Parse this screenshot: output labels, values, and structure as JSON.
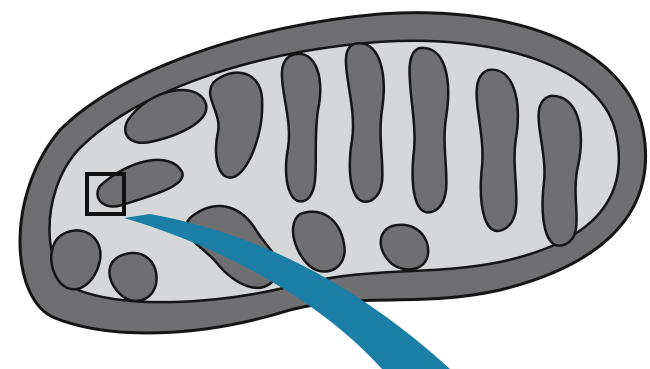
{
  "diagram": {
    "subject": "mitochondrion",
    "labels": [],
    "colors": {
      "outer_membrane": "#6f6f72",
      "matrix": "#d6d7d9",
      "outline": "#151515",
      "pointer": "#1a7ea6",
      "background": "#ffffff",
      "highlight_box": "#111111"
    },
    "icons": [
      "highlight-box",
      "pointer-wedge"
    ]
  }
}
